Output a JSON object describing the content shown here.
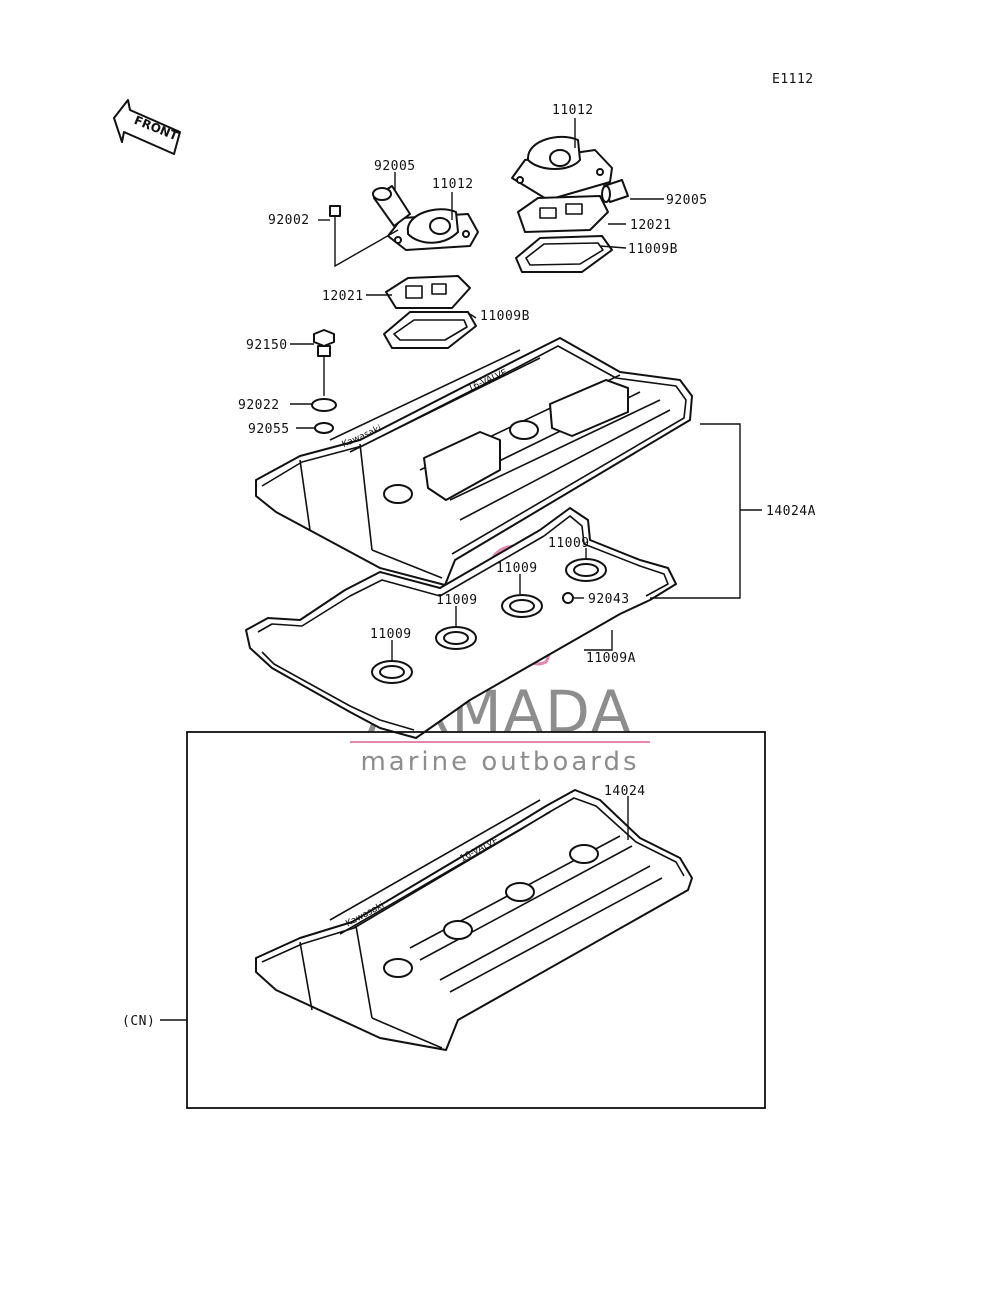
{
  "diagram_code": "E1112",
  "front_label": "FRONT",
  "watermark": {
    "brand": "ARMADA",
    "tagline": "marine outboards",
    "accent_color": "#e07aa8"
  },
  "callouts": {
    "c11012_right": "11012",
    "c92005_left": "92005",
    "c11012_left": "11012",
    "c92002": "92002",
    "c92005_right": "92005",
    "c12021_right": "12021",
    "c11009B_right": "11009B",
    "c12021_left": "12021",
    "c11009B_left": "11009B",
    "c92150": "92150",
    "c92022": "92022",
    "c92055": "92055",
    "c14024A": "14024A",
    "c11009_a": "11009",
    "c11009_b": "11009",
    "c11009_c": "11009",
    "c11009_d": "11009",
    "c92043": "92043",
    "c11009A": "11009A",
    "c14024": "14024",
    "cCN": "(CN)"
  }
}
